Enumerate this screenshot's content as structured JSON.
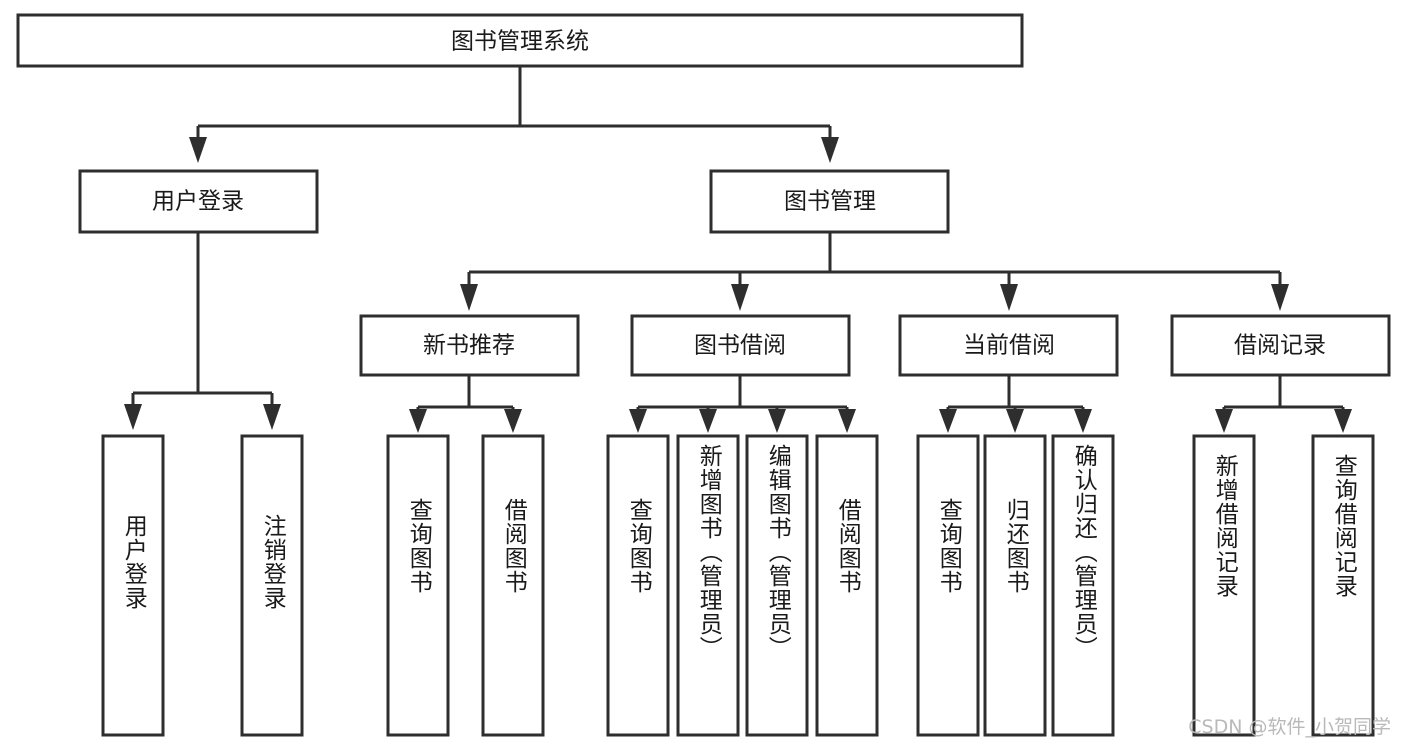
{
  "diagram": {
    "title": "图书管理系统",
    "watermark": "CSDN @软件_小贺同学",
    "colors": {
      "stroke": "#2e2e2e",
      "fill": "#ffffff",
      "text": "#1a1a1a",
      "watermark": "#b9b9b9"
    },
    "root": {
      "label": "图书管理系统"
    },
    "level2": [
      {
        "label": "用户登录"
      },
      {
        "label": "图书管理"
      }
    ],
    "level3": [
      {
        "label": "新书推荐"
      },
      {
        "label": "图书借阅"
      },
      {
        "label": "当前借阅"
      },
      {
        "label": "借阅记录"
      }
    ],
    "leaves": {
      "user_login": [
        {
          "label": "用户登录"
        },
        {
          "label": "注销登录"
        }
      ],
      "new_book_recommend": [
        {
          "label": "查询图书"
        },
        {
          "label": "借阅图书"
        }
      ],
      "book_borrow": [
        {
          "label": "查询图书"
        },
        {
          "label": "新增图书（管理员）"
        },
        {
          "label": "编辑图书（管理员）"
        },
        {
          "label": "借阅图书"
        }
      ],
      "current_borrow": [
        {
          "label": "查询图书"
        },
        {
          "label": "归还图书"
        },
        {
          "label": "确认归还（管理员）"
        }
      ],
      "borrow_record": [
        {
          "label": "新增借阅记录"
        },
        {
          "label": "查询借阅记录"
        }
      ]
    }
  }
}
